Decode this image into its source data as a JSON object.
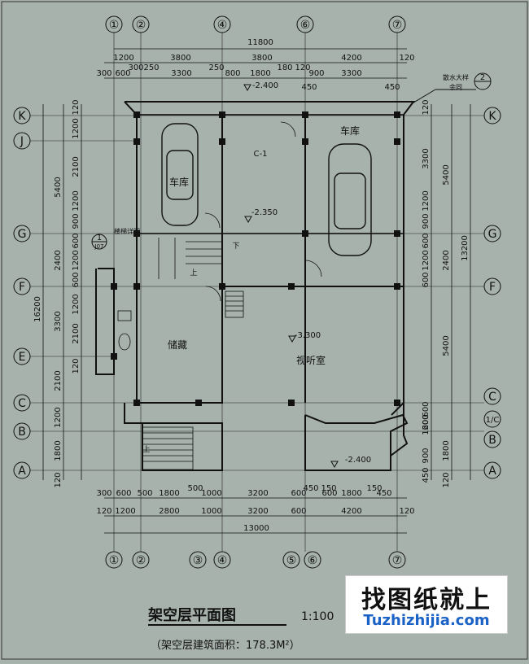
{
  "title": "架空层平面图",
  "scale": "1:100",
  "subtitle": "（架空层建筑面积：178.3M²）",
  "watermark": {
    "cn": "找图纸就上",
    "en": "Tuzhizhijia.com"
  },
  "axes_vertical": [
    "①",
    "②",
    "④",
    "⑥",
    "⑦"
  ],
  "axes_vertical_bottom": [
    "①",
    "②",
    "③",
    "④",
    "⑤",
    "⑥",
    "⑦"
  ],
  "axes_horizontal": [
    "K",
    "J",
    "G",
    "F",
    "E",
    "C",
    "B",
    "A"
  ],
  "dims_top_total": "11800",
  "dims_top_row2": [
    "1200",
    "3800",
    "3800",
    "4200",
    "120"
  ],
  "dims_top_row3": [
    "300",
    "600",
    "300",
    "250",
    "3300",
    "250",
    "800",
    "1800",
    "180",
    "120",
    "900",
    "3300",
    "450"
  ],
  "dims_top_row3_extra": "-2.400",
  "dims_bottom_row1": [
    "300",
    "600",
    "500",
    "1800",
    "500",
    "1000",
    "3200",
    "600",
    "450",
    "150",
    "600",
    "1800",
    "150",
    "450"
  ],
  "dims_bottom_row2": [
    "120",
    "1200",
    "2800",
    "1000",
    "3200",
    "600",
    "4200",
    "120"
  ],
  "dims_bottom_total": "13000",
  "dims_left_outer": [
    "5400",
    "2400",
    "3300",
    "2100",
    "1200",
    "1800",
    "120"
  ],
  "dims_left_inner": [
    "120",
    "1200",
    "2100",
    "1200",
    "900",
    "600",
    "1200",
    "600",
    "1200",
    "2100",
    "120"
  ],
  "dims_left_total": "16200",
  "dims_right_inner": [
    "120",
    "3300",
    "1200",
    "900",
    "600",
    "1200",
    "600",
    "600",
    "600",
    "1200",
    "900",
    "1800",
    "450",
    "120"
  ],
  "dims_right_outer": [
    "5400",
    "2400",
    "5400",
    "13200"
  ],
  "right_axis_extra": "1/C",
  "note_top_right": [
    "散水大样",
    "余同"
  ],
  "note_top_right_ref": "2",
  "rooms": {
    "garage_left": "车库",
    "garage_right": "车库",
    "storage": "储藏",
    "av_room": "视听室",
    "door_label": "C-1",
    "stair_note": "楼梯详图",
    "down_label": "下",
    "up_label": "上",
    "up_label2": "上"
  },
  "levels": {
    "garage": "-2.350",
    "av": "-3.300",
    "bottom": "-2.400",
    "top": "-2.400"
  },
  "detail_ref": {
    "num": "1",
    "sheet": "J07"
  }
}
